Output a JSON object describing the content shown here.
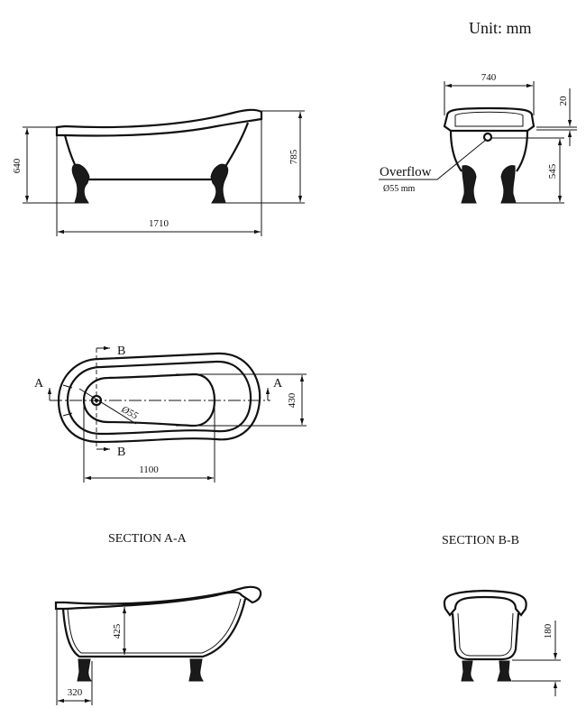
{
  "unit_label": "Unit: mm",
  "side_view": {
    "height_rim": "640",
    "height_total": "785",
    "length": "1710"
  },
  "end_view": {
    "width": "740",
    "rim_thickness": "20",
    "overflow_height": "545",
    "overflow_label": "Overflow",
    "overflow_size": "Ø55 mm"
  },
  "plan_view": {
    "section_a": "A",
    "section_b": "B",
    "drain_diameter": "Ø55",
    "inner_width": "430",
    "inner_length": "1100"
  },
  "section_aa": {
    "title": "SECTION A-A",
    "depth": "425",
    "drain_offset": "320"
  },
  "section_bb": {
    "title": "SECTION B-B",
    "foot_height": "180"
  }
}
